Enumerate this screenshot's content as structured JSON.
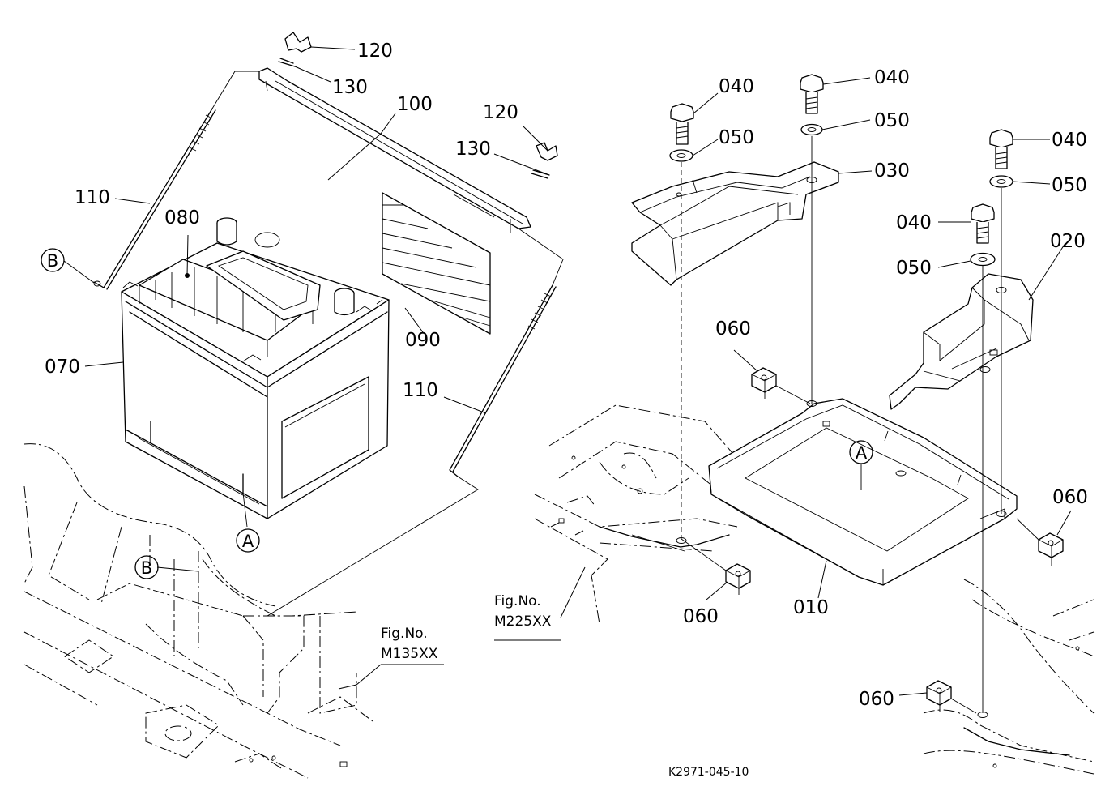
{
  "parts": {
    "p120a": "120",
    "p130a": "130",
    "p100": "100",
    "p120b": "120",
    "p130b": "130",
    "p110a": "110",
    "p080": "080",
    "p090": "090",
    "p070": "070",
    "p110b": "110",
    "p040a": "040",
    "p050a": "050",
    "p040b": "040",
    "p050b": "050",
    "p030": "030",
    "p040c": "040",
    "p050c": "050",
    "p040d": "040",
    "p050d": "050",
    "p020": "020",
    "p060a": "060",
    "p060b": "060",
    "p060c": "060",
    "p060d": "060",
    "p010": "010"
  },
  "callouts": {
    "a_battery": "A",
    "a_tray": "A",
    "b_rod": "B",
    "b_frame": "B"
  },
  "figrefs": {
    "left_label": "Fig.No.",
    "left_number": "M135XX",
    "right_label": "Fig.No.",
    "right_number": "M225XX"
  },
  "drawing_code": "K2971-045-10"
}
